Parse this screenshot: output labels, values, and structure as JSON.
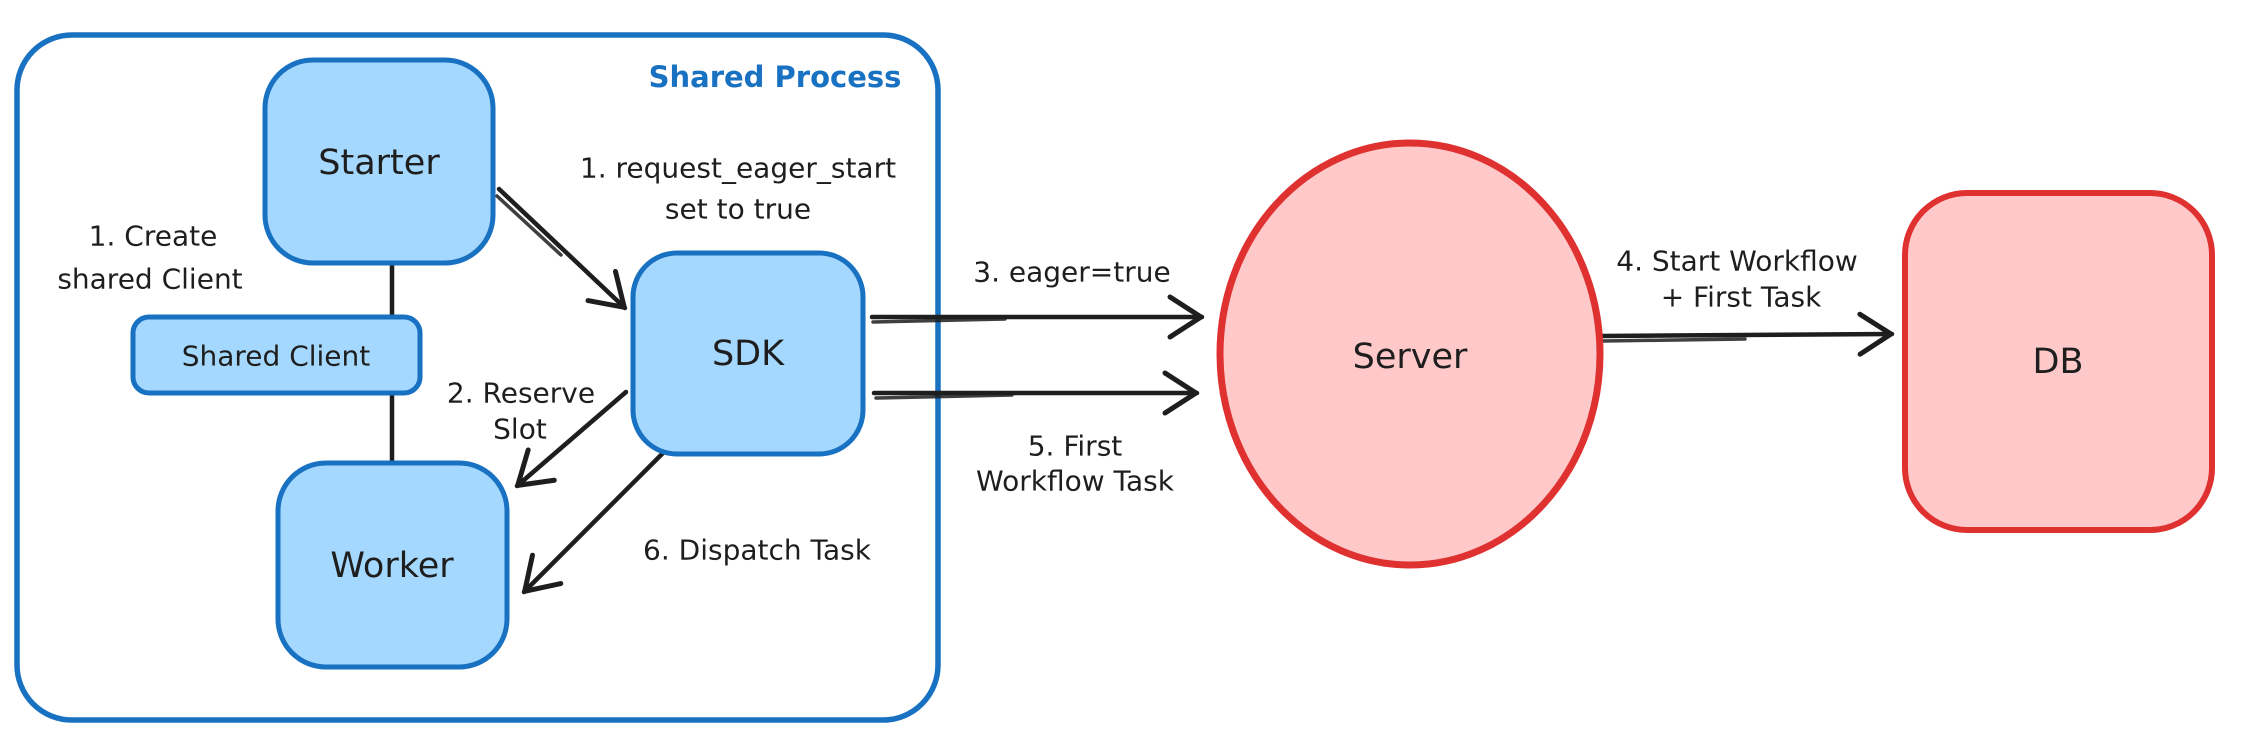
{
  "diagram": {
    "container": {
      "label": "Shared Process"
    },
    "nodes": {
      "starter": {
        "label": "Starter"
      },
      "shared_client": {
        "label": "Shared Client"
      },
      "worker": {
        "label": "Worker"
      },
      "sdk": {
        "label": "SDK"
      },
      "server": {
        "label": "Server"
      },
      "db": {
        "label": "DB"
      }
    },
    "annotations": {
      "create_shared_client": {
        "line1": "1. Create",
        "line2": "shared Client"
      },
      "request_eager_start": {
        "line1": "1. request_eager_start",
        "line2": "set to true"
      },
      "reserve_slot": {
        "line1": "2. Reserve",
        "line2": "Slot"
      },
      "eager_true": {
        "line1": "3. eager=true"
      },
      "start_workflow": {
        "line1": "4. Start Workflow",
        "line2": "+ First Task"
      },
      "first_workflow_task": {
        "line1": "5. First",
        "line2": "Workflow Task"
      },
      "dispatch_task": {
        "line1": "6. Dispatch Task"
      }
    },
    "colors": {
      "blue_stroke": "#1971c2",
      "blue_fill": "#a5d8ff",
      "red_stroke": "#e03131",
      "red_fill": "#ffc9c9",
      "ink": "#1e1e1e",
      "background": "#ffffff"
    }
  }
}
